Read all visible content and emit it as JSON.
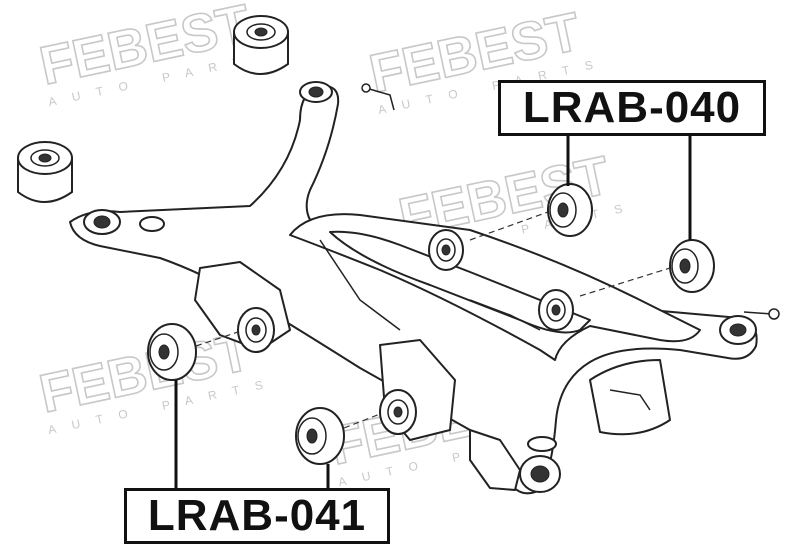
{
  "watermark": {
    "brand": "FEBEST",
    "sub": "AUTO PARTS",
    "color": "#c8c8c8"
  },
  "labels": {
    "top_part": "LRAB-040",
    "bottom_part": "LRAB-041"
  },
  "colors": {
    "line": "#222222",
    "label_border": "#111111",
    "background": "#ffffff"
  }
}
